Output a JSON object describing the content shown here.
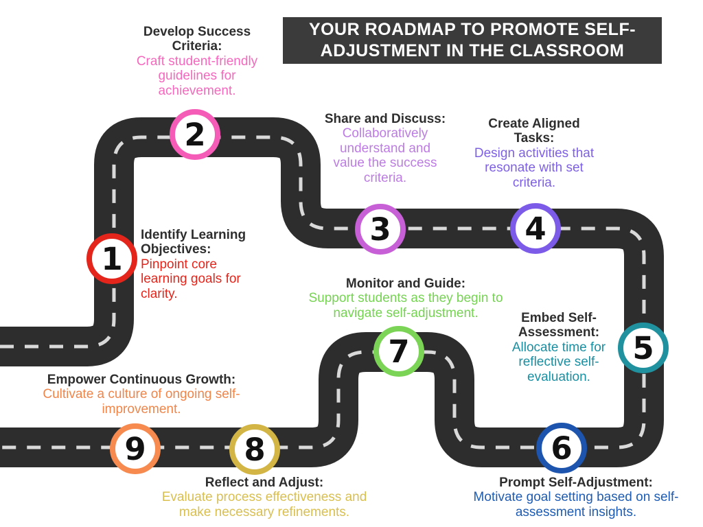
{
  "title_box": {
    "line1": "YOUR ROADMAP TO PROMOTE SELF-",
    "line2": "ADJUSTMENT IN THE CLASSROOM",
    "bg": "#3b3b3b",
    "text_color": "#ffffff"
  },
  "road": {
    "asphalt_color": "#2d2d2d",
    "dash_color": "#d9d9d9"
  },
  "milestones": [
    {
      "number": "1",
      "title": "Identify Learning Objectives:",
      "description": "Pinpoint core learning goals for clarity.",
      "accent": "#e4251b",
      "text_color": "#e4251b"
    },
    {
      "number": "2",
      "title": "Develop Success Criteria:",
      "description": "Craft student-friendly guidelines for achievement.",
      "accent": "#f45cb7",
      "text_color": "#f469bd"
    },
    {
      "number": "3",
      "title": "Share and Discuss:",
      "description": "Collaboratively understand and value the success criteria.",
      "accent": "#c75fd6",
      "text_color": "#bd7ce3"
    },
    {
      "number": "4",
      "title": "Create Aligned Tasks:",
      "description": "Design activities that resonate with set criteria.",
      "accent": "#7c5be8",
      "text_color": "#7e61e2"
    },
    {
      "number": "5",
      "title": "Embed Self-Assessment:",
      "description": "Allocate time for reflective self-evaluation.",
      "accent": "#20929f",
      "text_color": "#1a8fa2"
    },
    {
      "number": "6",
      "title": "Prompt Self-Adjustment:",
      "description": "Motivate goal setting based on self-assessment insights.",
      "accent": "#1c54ae",
      "text_color": "#1e5cb3"
    },
    {
      "number": "7",
      "title": "Monitor and Guide:",
      "description": "Support students as they begin to navigate self-adjustment.",
      "accent": "#7bd456",
      "text_color": "#76d353"
    },
    {
      "number": "8",
      "title": "Reflect and Adjust:",
      "description": "Evaluate process effectiveness and make necessary refinements.",
      "accent": "#d2b545",
      "text_color": "#d9bf50"
    },
    {
      "number": "9",
      "title": "Empower Continuous Growth:",
      "description": "Cultivate a culture of ongoing self-improvement.",
      "accent": "#f68a4f",
      "text_color": "#f0854a"
    }
  ]
}
